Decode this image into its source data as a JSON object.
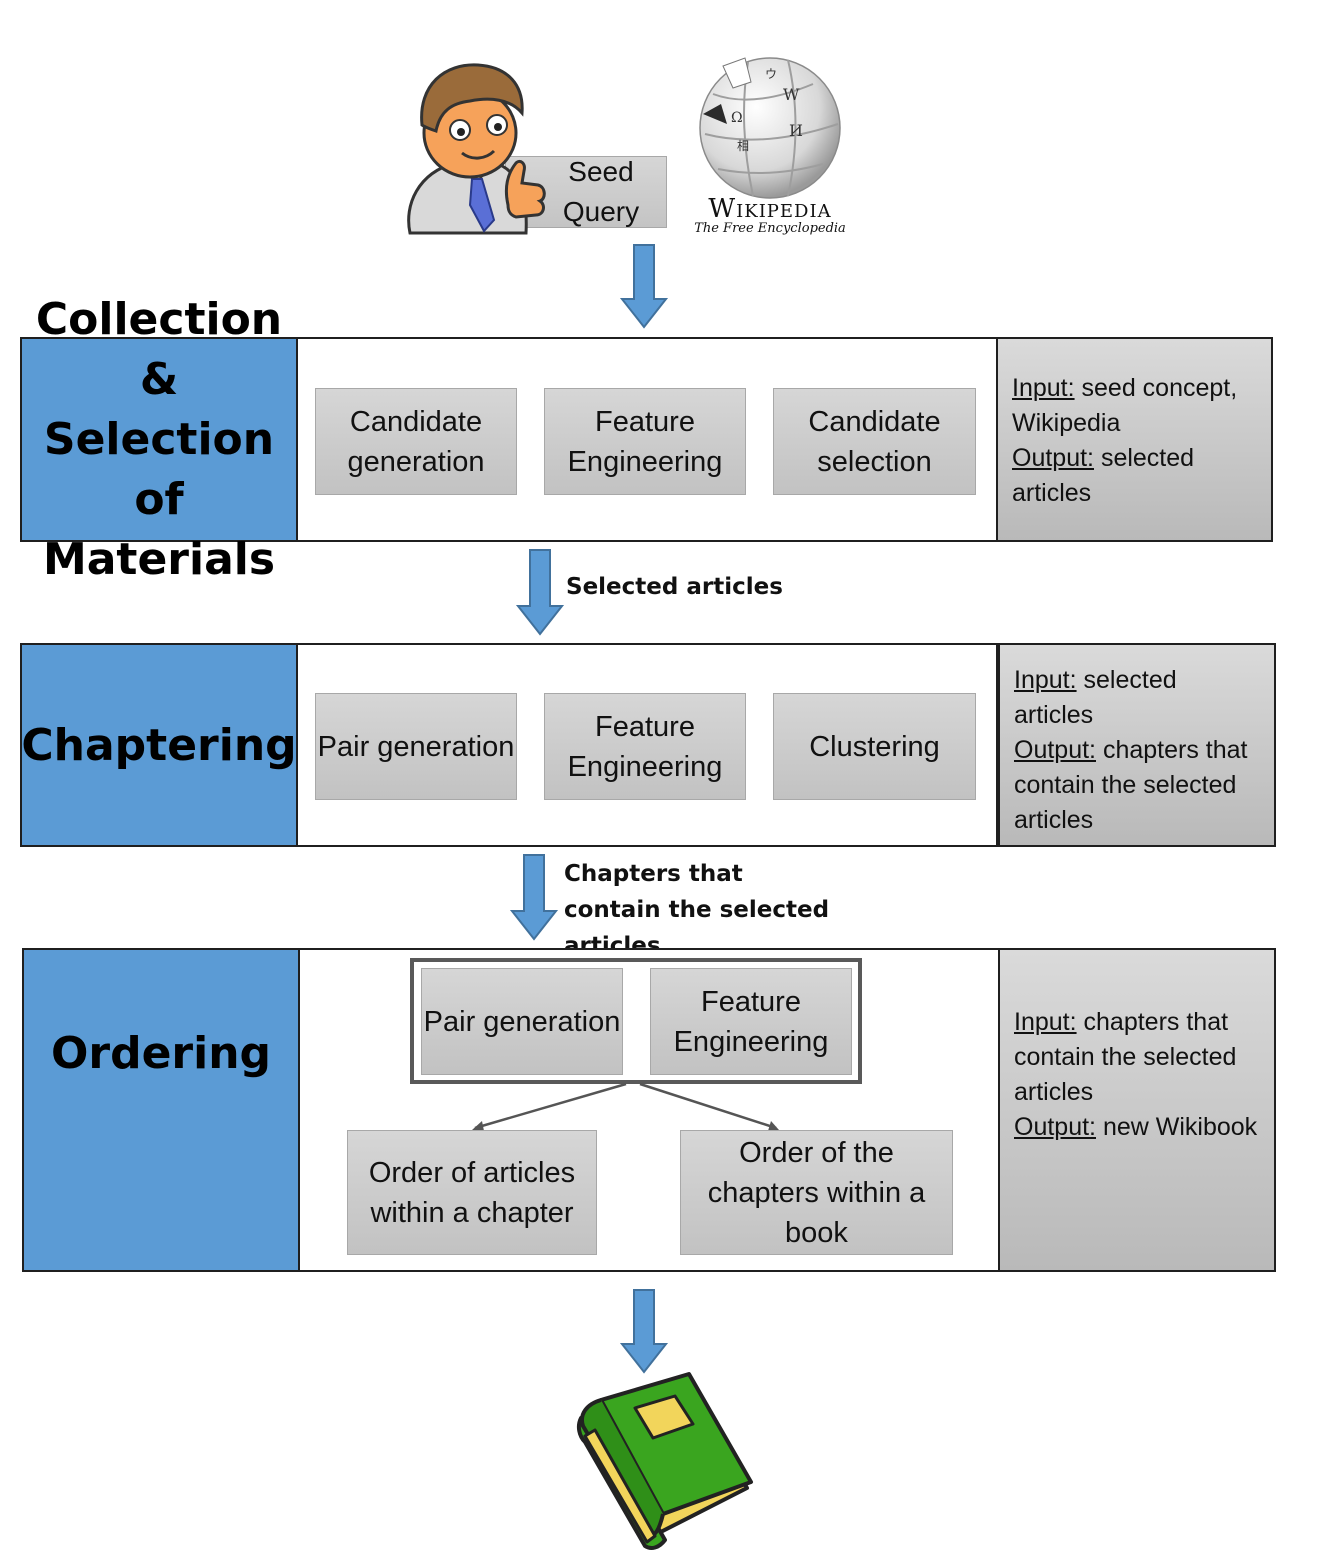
{
  "top": {
    "seed_query": "Seed Query",
    "wikipedia_wordmark": "Wikipedia",
    "wikipedia_tagline": "The Free Encyclopedia"
  },
  "stages": {
    "collection": {
      "title": "Collection & Selection of Materials",
      "steps": [
        "Candidate generation",
        "Feature Engineering",
        "Candidate selection"
      ],
      "input_label": "Input:",
      "input_text": " seed concept, Wikipedia",
      "output_label": "Output:",
      "output_text": " selected articles"
    },
    "chaptering": {
      "title": "Chaptering",
      "steps": [
        "Pair generation",
        "Feature Engineering",
        "Clustering"
      ],
      "input_label": "Input:",
      "input_text": " selected articles",
      "output_label": "Output:",
      "output_text": " chapters that contain the selected articles"
    },
    "ordering": {
      "title": "Ordering",
      "steps": [
        "Pair generation",
        "Feature Engineering"
      ],
      "outputs": [
        "Order of articles within a chapter",
        "Order of the chapters within a book"
      ],
      "input_label": "Input:",
      "input_text": " chapters that contain the selected articles",
      "output_label": "Output:",
      "output_text": " new Wikibook"
    }
  },
  "flow_labels": {
    "after_collection": "Selected articles",
    "after_chaptering": "Chapters that contain the selected articles"
  },
  "colors": {
    "stage_title": "#5b9bd5",
    "arrow_fill": "#5b9bd5",
    "arrow_stroke": "#41719c",
    "step_fill": "#d0d0d0",
    "book_green": "#3aa51f",
    "book_label": "#f2d55b"
  },
  "icons": [
    "user-thumbs-up-icon",
    "wikipedia-globe-icon",
    "book-icon"
  ]
}
